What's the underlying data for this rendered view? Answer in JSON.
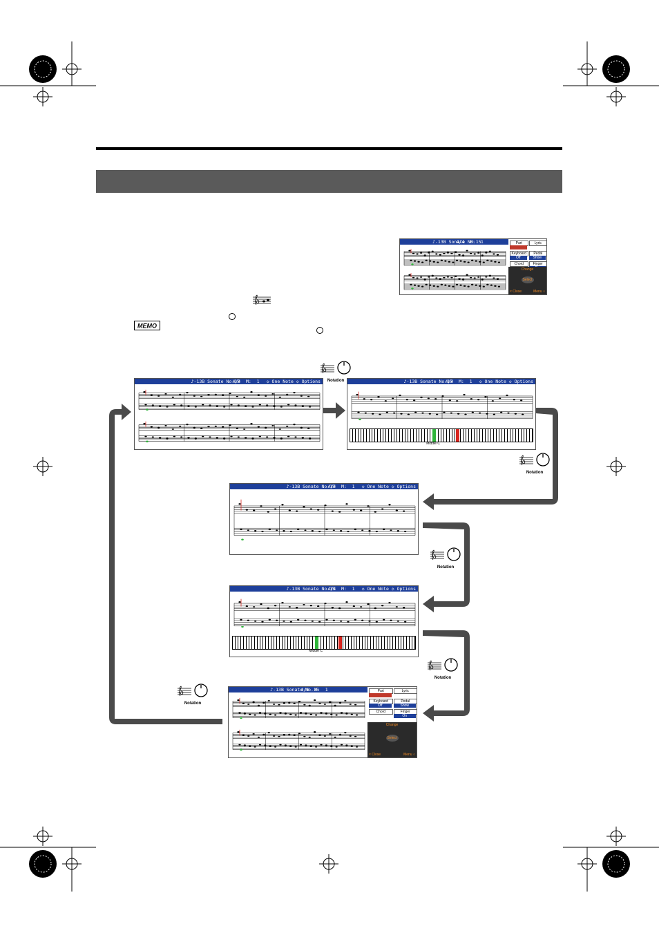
{
  "screens": {
    "song_title": "♪-13B Sonate No.15",
    "meas": "4/4  M:  1",
    "options": "◇ One Note ◇ Options",
    "middle_c": "Middle C",
    "panel": {
      "change": "Change",
      "part": "Part",
      "lyric": "Lyric",
      "keyboard": "Keyboard",
      "keyboard_val": "Off",
      "pedal": "Pedal",
      "pedal_val": "Show",
      "chord": "Chord",
      "finger": "Finger",
      "finger_val": "On",
      "select": "Select",
      "close": "× Close",
      "menu": "Menu ○"
    }
  },
  "notation_label": "Notation",
  "memo_label": "MEMO"
}
